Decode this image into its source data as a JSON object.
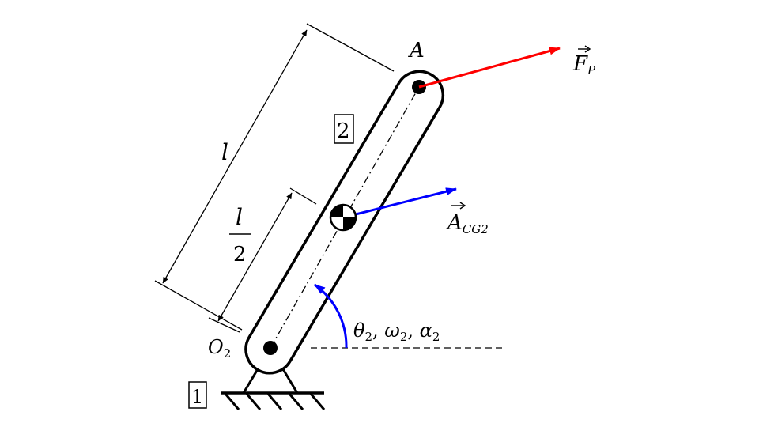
{
  "diagram": {
    "labels": {
      "point_a": "A",
      "pivot": "O",
      "pivot_sub": "2",
      "link_number": "2",
      "ground_number": "1",
      "force": "F",
      "force_sub": "P",
      "accel": "A",
      "accel_sub": "CG2",
      "length": "l",
      "half_num": "l",
      "half_den": "2",
      "angle_text": "θ",
      "angle_sub": "2",
      "sep": ", ",
      "omega": "ω",
      "omega_sub": "2",
      "alpha": "α",
      "alpha_sub": "2"
    },
    "colors": {
      "force": "#ff0000",
      "accel": "#0000ff",
      "angle_arc": "#0000ff",
      "link": "#000000"
    },
    "icons": {
      "center_of_gravity": "cg-symbol-icon",
      "ground_support": "ground-hatch-icon"
    }
  }
}
